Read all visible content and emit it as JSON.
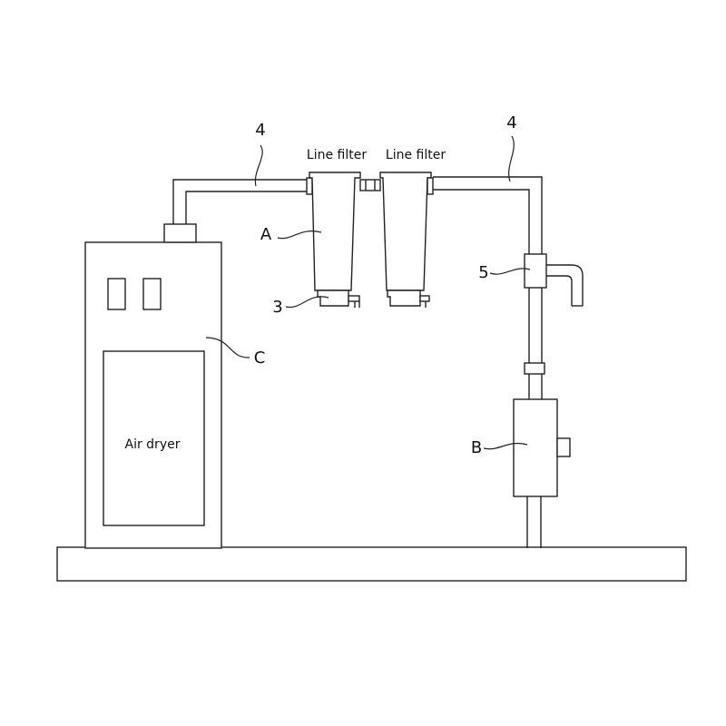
{
  "labels": {
    "filter_left": "Line filter",
    "filter_right": "Line filter",
    "air_dryer": "Air dryer"
  },
  "refs": {
    "pipe_left": "4",
    "pipe_right": "4",
    "filter": "A",
    "drain": "3",
    "dryer": "C",
    "tee": "5",
    "device_b": "B"
  },
  "colors": {
    "line": "#222222",
    "background": "#ffffff"
  }
}
